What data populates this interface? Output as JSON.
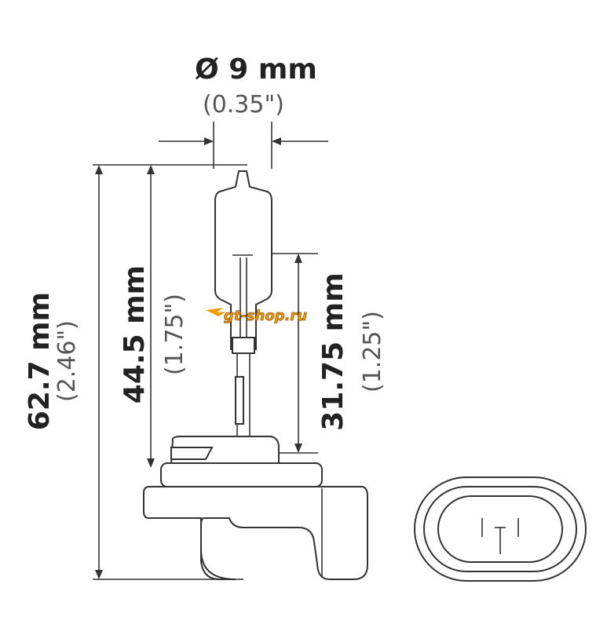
{
  "dimensions": {
    "diameter": {
      "metric": "Ø 9 mm",
      "imperial": "(0.35\")"
    },
    "overall_height": {
      "metric": "62.7 mm",
      "imperial": "(2.46\")"
    },
    "light_center_height": {
      "metric": "44.5 mm",
      "imperial": "(1.75\")"
    },
    "filament_height": {
      "metric": "31.75 mm",
      "imperial": "(1.25\")"
    }
  },
  "watermark": "gt-shop.ru",
  "colors": {
    "line": "#333333",
    "watermark_orange": "#f39a00"
  }
}
